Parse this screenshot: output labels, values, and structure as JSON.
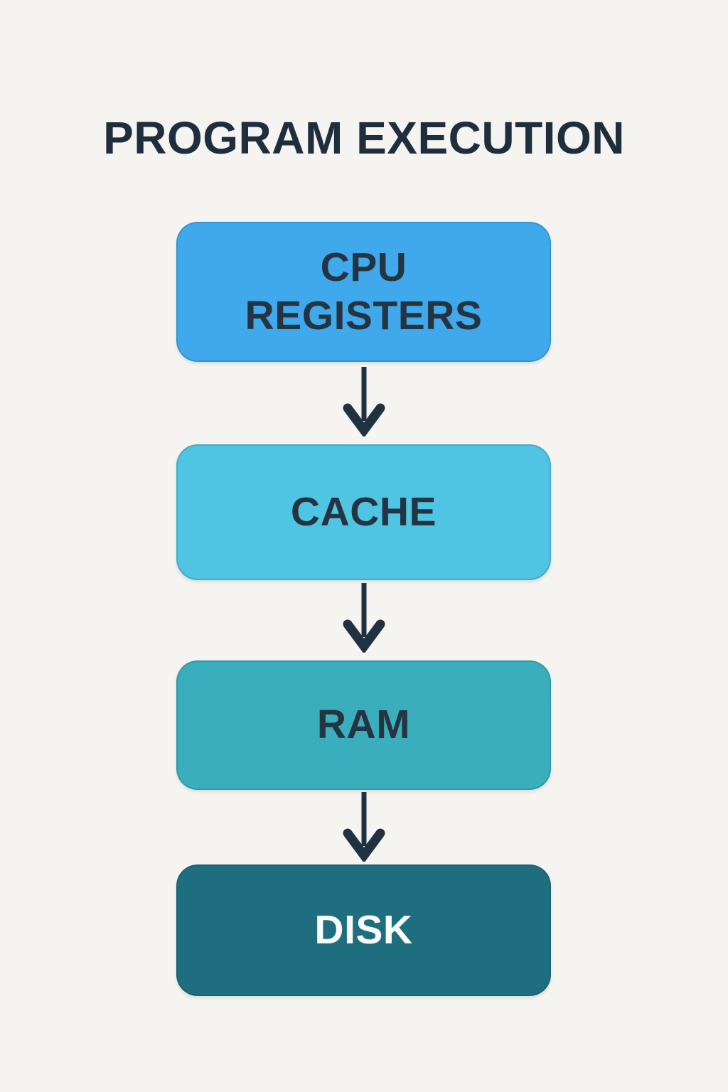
{
  "page": {
    "title": "PROGRAM EXECUTION",
    "background_color": "#F5F4F0",
    "title_color": "#1F2E3C",
    "arrow_color": "#203140"
  },
  "diagram": {
    "type": "vertical-flowchart",
    "direction": "top-down",
    "boxes": [
      {
        "id": "cpu-registers",
        "label": "CPU REGISTERS",
        "fill_color": "#3FA9EC",
        "text_color": "#243441"
      },
      {
        "id": "cache",
        "label": "CACHE",
        "fill_color": "#50C4E3",
        "text_color": "#243441"
      },
      {
        "id": "ram",
        "label": "RAM",
        "fill_color": "#3AAEBC",
        "text_color": "#243441"
      },
      {
        "id": "disk",
        "label": "DISK",
        "fill_color": "#1E6E80",
        "text_color": "#FAFBFB"
      }
    ],
    "arrows": [
      {
        "from": "cpu-registers",
        "to": "cache"
      },
      {
        "from": "cache",
        "to": "ram"
      },
      {
        "from": "ram",
        "to": "disk"
      }
    ]
  }
}
